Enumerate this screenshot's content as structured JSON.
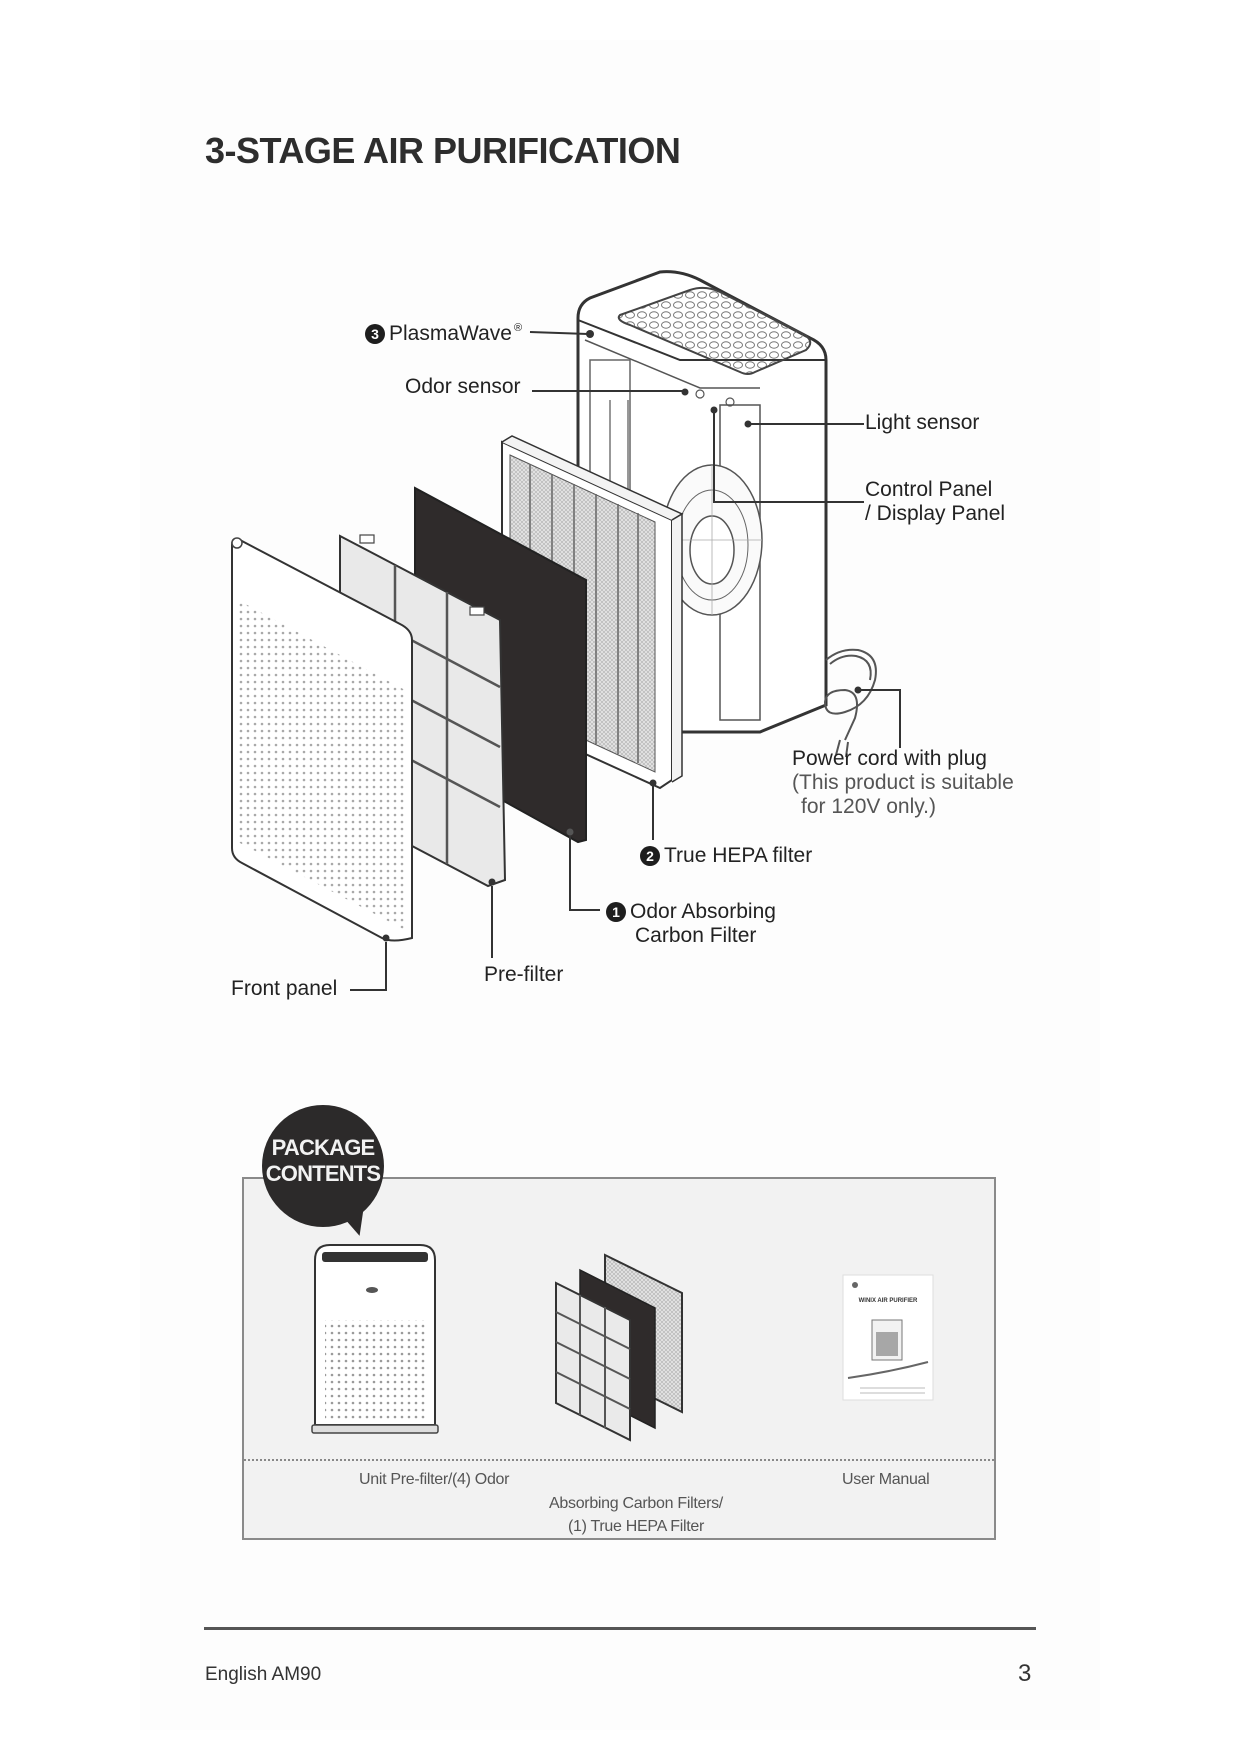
{
  "page": {
    "title": "3-STAGE AIR PURIFICATION"
  },
  "diagram": {
    "callouts": {
      "plasmawave": {
        "badge": "3",
        "label": "PlasmaWave",
        "mark": "®"
      },
      "odor_sensor": {
        "label": "Odor sensor"
      },
      "light_sensor": {
        "label": "Light sensor"
      },
      "control_panel": {
        "line1": "Control Panel",
        "line2": "/ Display Panel"
      },
      "power_cord": {
        "line1": "Power cord with plug",
        "line2": "(This product is suitable",
        "line3": "for 120V only.)"
      },
      "hepa": {
        "badge": "2",
        "label": "True HEPA filter"
      },
      "carbon": {
        "badge": "1",
        "line1": "Odor Absorbing",
        "line2": "Carbon Filter"
      },
      "pre_filter": {
        "label": "Pre-filter"
      },
      "front_panel": {
        "label": "Front panel"
      }
    }
  },
  "package_contents": {
    "heading_line1": "PACKAGE",
    "heading_line2": "CONTENTS",
    "items": [
      {
        "label": "Unit Pre-filter/(4) Odor"
      },
      {
        "label_line1": "Absorbing Carbon Filters/",
        "label_line2": "(1) True HEPA Filter"
      },
      {
        "label": "User Manual",
        "manual_title": "WINIX AIR PURIFIER"
      }
    ]
  },
  "footer": {
    "left": "English AM90",
    "page_number": "3"
  },
  "colors": {
    "carbon_filter": "#2f2b2b",
    "badge": "#1e1e1e",
    "box_bg": "#f2f2f2",
    "box_border": "#8a8a8a"
  }
}
